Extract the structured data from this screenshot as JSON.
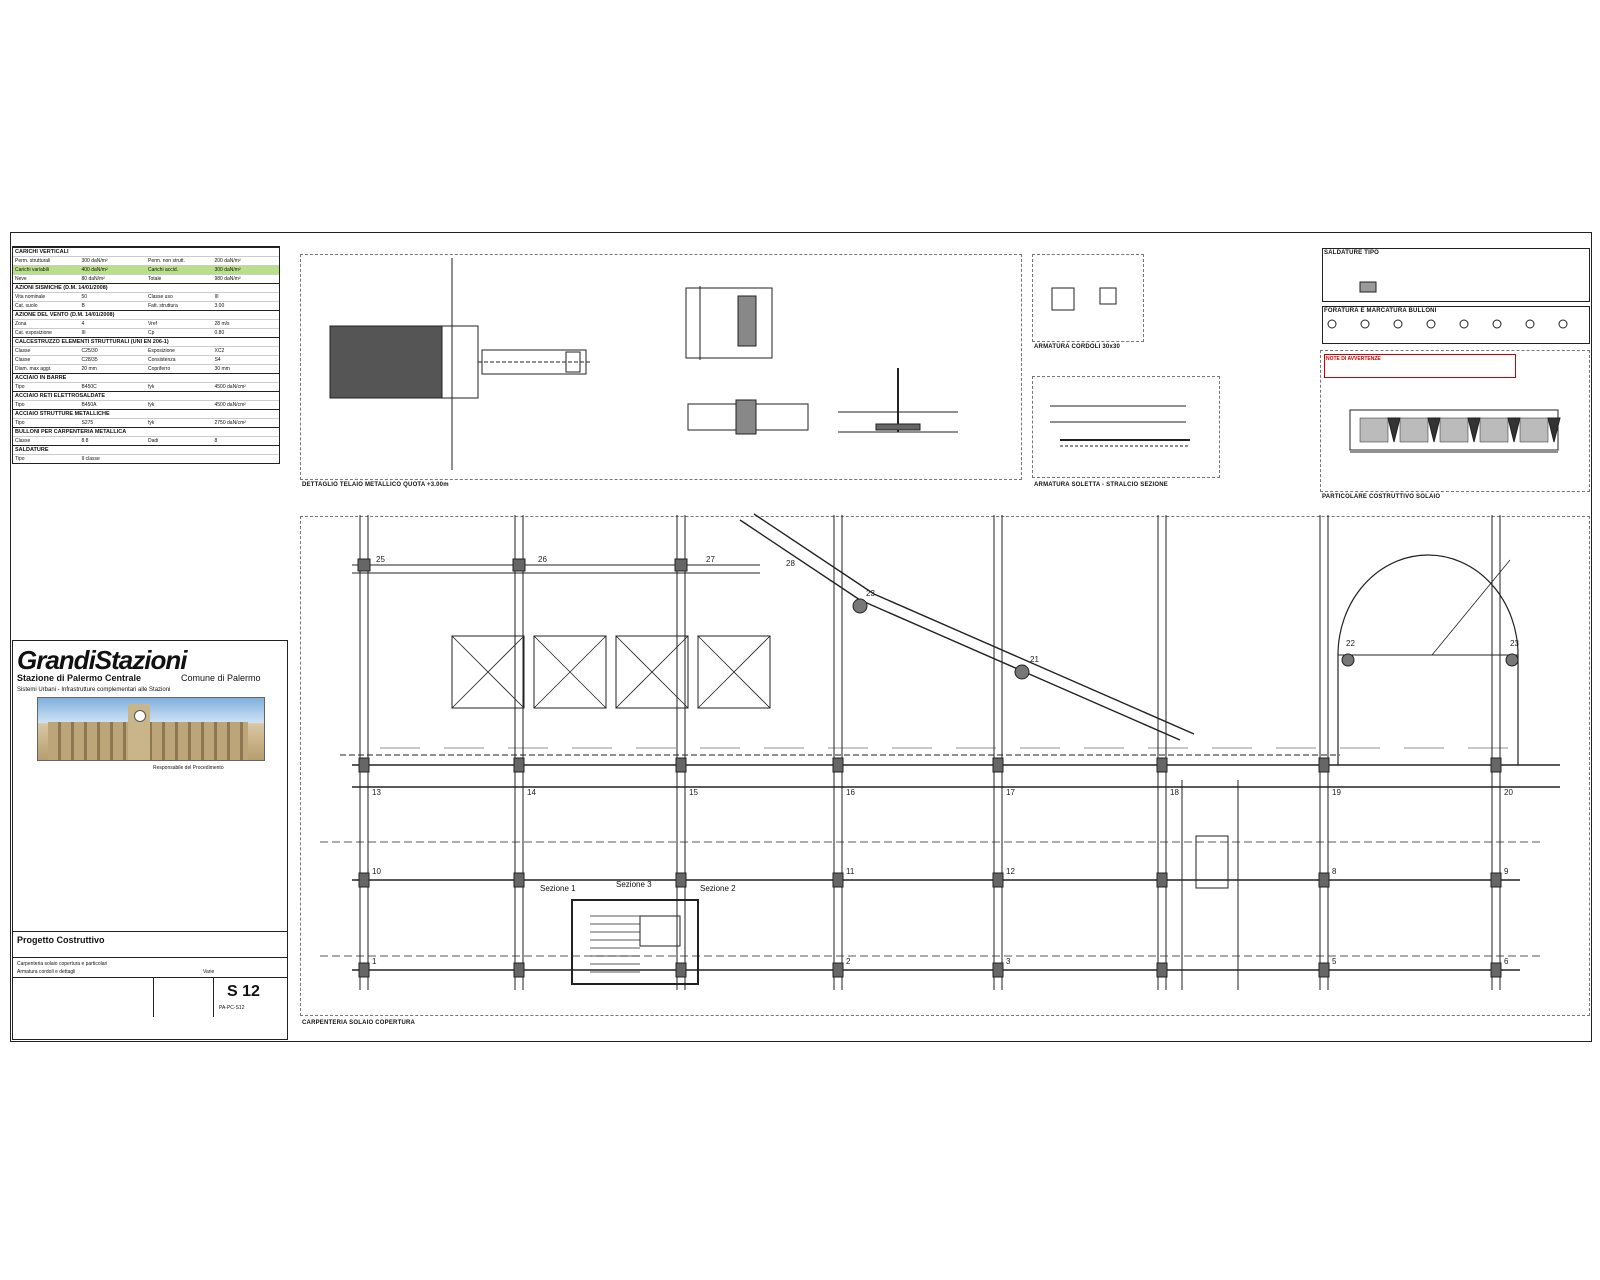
{
  "specs": {
    "sections": [
      {
        "title": "CARICHI VERTICALI",
        "rows": [
          [
            "Perm. strutturali",
            "300 daN/m²",
            "Perm. non strutt.",
            "200 daN/m²"
          ],
          [
            "Carichi variabili",
            "400 daN/m²",
            "Carichi accid.",
            "300 daN/m²"
          ],
          [
            "Neve",
            "80 daN/m²",
            "Totale",
            "980 daN/m²"
          ]
        ],
        "highlight_row": 1
      },
      {
        "title": "AZIONI SISMICHE (D.M. 14/01/2008)",
        "rows": [
          [
            "Vita nominale",
            "50",
            "Classe uso",
            "III"
          ],
          [
            "Cat. suolo",
            "B",
            "Fatt. struttura",
            "3.00"
          ]
        ]
      },
      {
        "title": "AZIONE DEL VENTO (D.M. 14/01/2008)",
        "rows": [
          [
            "Zona",
            "4",
            "Vref",
            "28 m/s"
          ],
          [
            "Cat. esposizione",
            "III",
            "Cp",
            "0.80"
          ]
        ]
      },
      {
        "title": "CALCESTRUZZO ELEMENTI STRUTTURALI (UNI EN 206-1)",
        "rows": [
          [
            "Classe",
            "C25/30",
            "Esposizione",
            "XC2"
          ],
          [
            "Classe",
            "C28/35",
            "Consistenza",
            "S4"
          ],
          [
            "Diam. max aggr.",
            "20 mm",
            "Copriferro",
            "30 mm"
          ]
        ]
      },
      {
        "title": "ACCIAIO IN BARRE",
        "rows": [
          [
            "Tipo",
            "B450C",
            "fyk",
            "4500 daN/cm²"
          ]
        ]
      },
      {
        "title": "ACCIAIO RETI ELETTROSALDATE",
        "rows": [
          [
            "Tipo",
            "B450A",
            "fyk",
            "4500 daN/cm²"
          ]
        ]
      },
      {
        "title": "ACCIAIO STRUTTURE METALLICHE",
        "rows": [
          [
            "Tipo",
            "S275",
            "fyk",
            "2750 daN/cm²"
          ]
        ]
      },
      {
        "title": "BULLONI PER CARPENTERIA METALLICA",
        "rows": [
          [
            "Classe",
            "8.8",
            "Dadi",
            "8"
          ]
        ]
      },
      {
        "title": "SALDATURE",
        "rows": [
          [
            "Tipo",
            "II classe",
            "",
            ""
          ]
        ]
      }
    ]
  },
  "titleblock": {
    "logo": "GrandiStazioni",
    "station": "Stazione di Palermo Centrale",
    "comune": "Comune di Palermo",
    "system": "Sistemi Urbani - Infrastrutture complementari alle Stazioni",
    "designer_line": "Responsabile del Procedimento",
    "project_phase": "Progetto Costruttivo",
    "title1": "Carpenteria solaio copertura e particolari",
    "title2": "Armatura cordoli e dettagli",
    "sheet_no": "S 12",
    "scale": "Varie",
    "code": "PA-PC-S12"
  },
  "captions": {
    "detail_steel": "DETTAGLIO TELAIO METALLICO QUOTA +3.00m",
    "detail_cordoli": "ARMATURA CORDOLI 30x30",
    "detail_soletta": "ARMATURA SOLETTA - STRALCIO SEZIONE",
    "welds": "SALDATURE TIPO",
    "bolts": "FORATURA E MARCATURA BULLONI",
    "warning": "NOTE DI AVVERTENZE",
    "slab_section": "PARTICOLARE COSTRUTTIVO SOLAIO",
    "plan": "CARPENTERIA SOLAIO COPERTURA",
    "stair_a": "Sezione 1",
    "stair_b": "Sezione 2",
    "stair_c": "Sezione 3"
  },
  "grid_labels": {
    "top": [
      "25",
      "26",
      "27",
      "28",
      "23",
      "21",
      "22",
      "23"
    ],
    "mid": [
      "13",
      "14",
      "15",
      "16",
      "17",
      "18",
      "19",
      "20"
    ],
    "low": [
      "10",
      "11",
      "12",
      "8",
      "9"
    ],
    "bot": [
      "1",
      "2",
      "3",
      "5",
      "6"
    ]
  }
}
